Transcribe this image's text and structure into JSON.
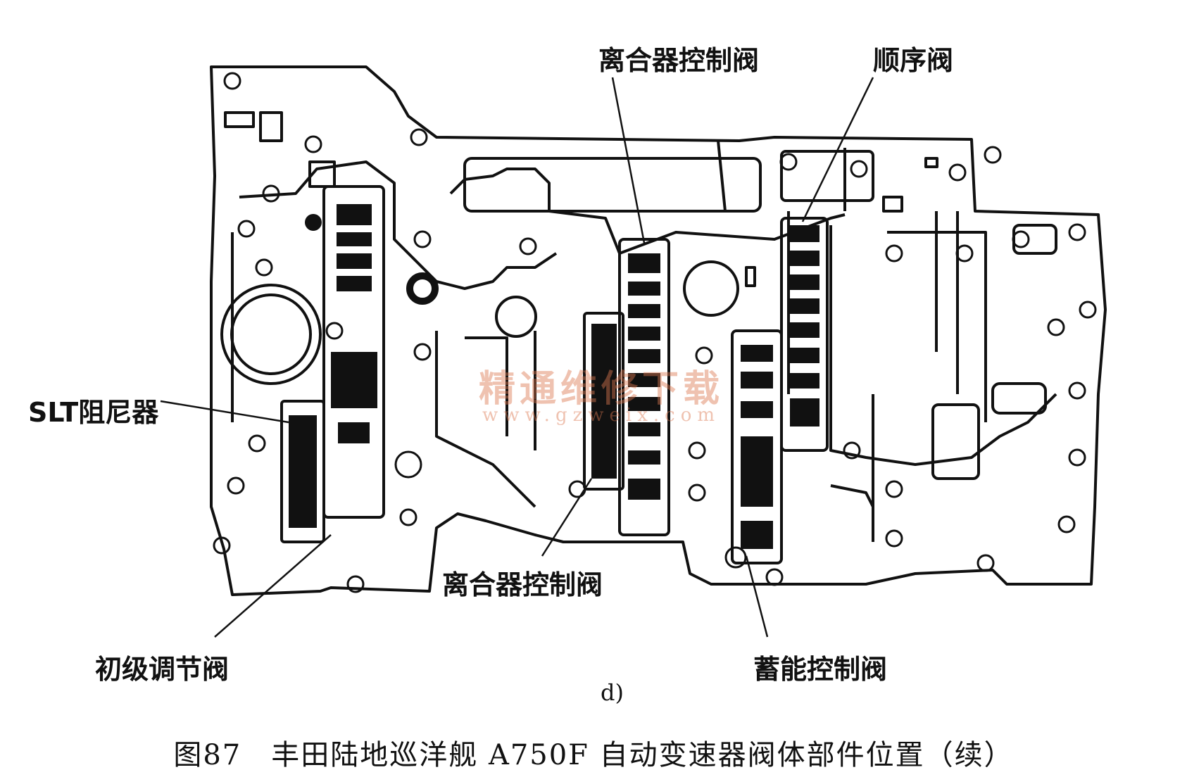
{
  "labels": {
    "clutch_control_valve_top": "离合器控制阀",
    "sequence_valve": "顺序阀",
    "slt_damper": "SLT阻尼器",
    "clutch_control_valve_bottom": "离合器控制阀",
    "primary_regulator_valve": "初级调节阀",
    "accumulator_control_valve": "蓄能控制阀"
  },
  "sub_label": "d)",
  "caption": "图87　丰田陆地巡洋舰 A750F 自动变速器阀体部件位置（续）",
  "watermark": {
    "title": "精通维修下载",
    "url": "www.gzweix.com"
  }
}
